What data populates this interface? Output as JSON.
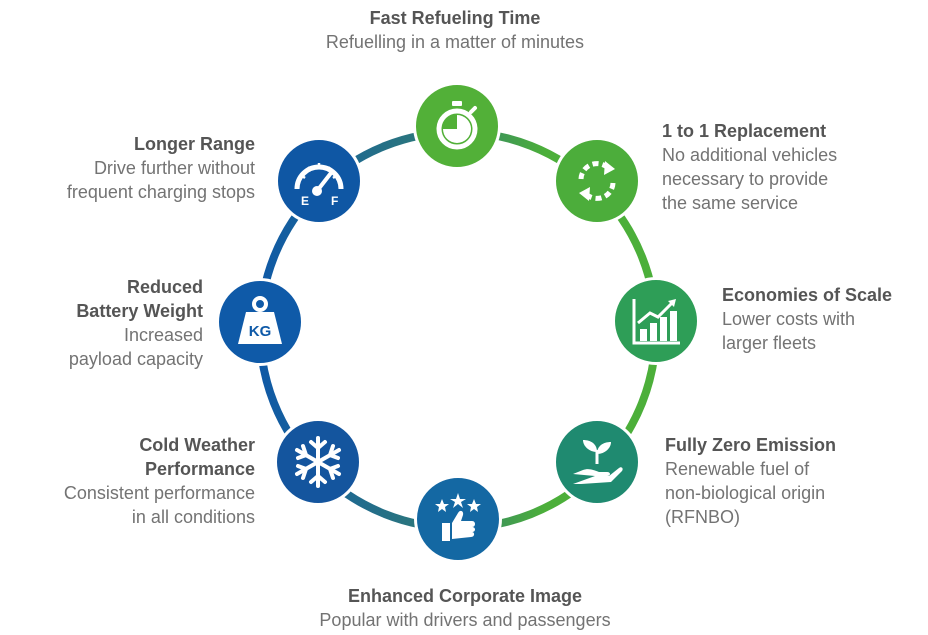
{
  "colors": {
    "ring_green": "#4CAF3A",
    "ring_blue": "#0F59A6",
    "node_fast": "#52B038",
    "node_replace": "#4CAD3B",
    "node_scale": "#2E9E57",
    "node_emission": "#1F8A70",
    "node_image": "#1468A3",
    "node_cold": "#14559E",
    "node_weight": "#0F5AA8",
    "node_range": "#0F57A4"
  },
  "benefits": [
    {
      "id": "fast-refueling",
      "icon": "stopwatch-icon",
      "title": "Fast Refueling Time",
      "desc": [
        "Refuelling in a matter of minutes"
      ]
    },
    {
      "id": "replacement",
      "icon": "refresh-icon",
      "title": "1 to 1 Replacement",
      "desc": [
        "No additional vehicles",
        "necessary to provide",
        "the same service"
      ]
    },
    {
      "id": "scale",
      "icon": "bar-chart-growth-icon",
      "title": "Economies of Scale",
      "desc": [
        "Lower costs with",
        "larger fleets"
      ]
    },
    {
      "id": "zero-emission",
      "icon": "plant-in-hand-icon",
      "title": "Fully Zero Emission",
      "desc": [
        "Renewable fuel of",
        "non-biological origin",
        "(RFNBO)"
      ]
    },
    {
      "id": "corporate-image",
      "icon": "thumbs-up-stars-icon",
      "title": "Enhanced Corporate Image",
      "desc": [
        "Popular with drivers and passengers"
      ]
    },
    {
      "id": "cold-weather",
      "icon": "snowflake-icon",
      "title": [
        "Cold Weather",
        "Performance"
      ],
      "desc": [
        "Consistent performance",
        "in all conditions"
      ]
    },
    {
      "id": "battery-weight",
      "icon": "kg-weight-icon",
      "title": [
        "Reduced",
        "Battery Weight"
      ],
      "desc": [
        "Increased",
        "payload capacity"
      ],
      "weight_label": "KG"
    },
    {
      "id": "longer-range",
      "icon": "fuel-gauge-icon",
      "title": "Longer Range",
      "desc": [
        "Drive further without",
        "frequent charging stops"
      ],
      "gauge_empty": "E",
      "gauge_full": "F"
    }
  ]
}
